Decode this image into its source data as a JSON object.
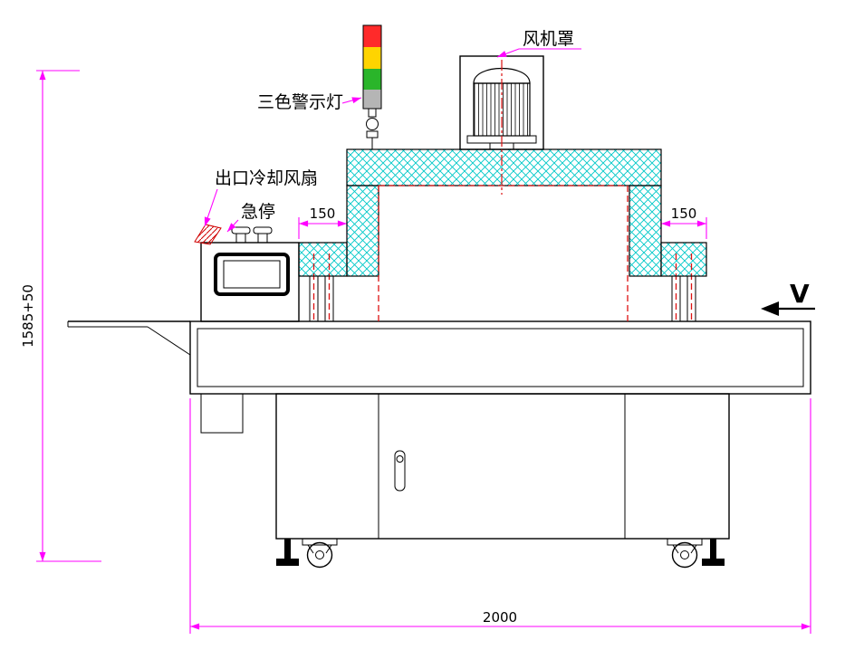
{
  "drawing": {
    "labels": {
      "warning_light": "三色警示灯",
      "fan_cover": "风机罩",
      "outlet_cooling_fan": "出口冷却风扇",
      "emergency_stop": "急停",
      "view_direction": "V"
    },
    "dimensions": {
      "overall_height": "1585+50",
      "overall_length": "2000",
      "left_overhang": "150",
      "right_overhang": "150"
    },
    "colors": {
      "outline": "#000000",
      "dimension_line": "#ff00ff",
      "hidden_line": "#dd1111",
      "hatch_cyan": "#00c8c8",
      "lamp_red": "#ff2a2a",
      "lamp_yellow": "#ffd400",
      "lamp_green": "#2ab52a",
      "lamp_base_gray": "#b5b5b5"
    }
  }
}
